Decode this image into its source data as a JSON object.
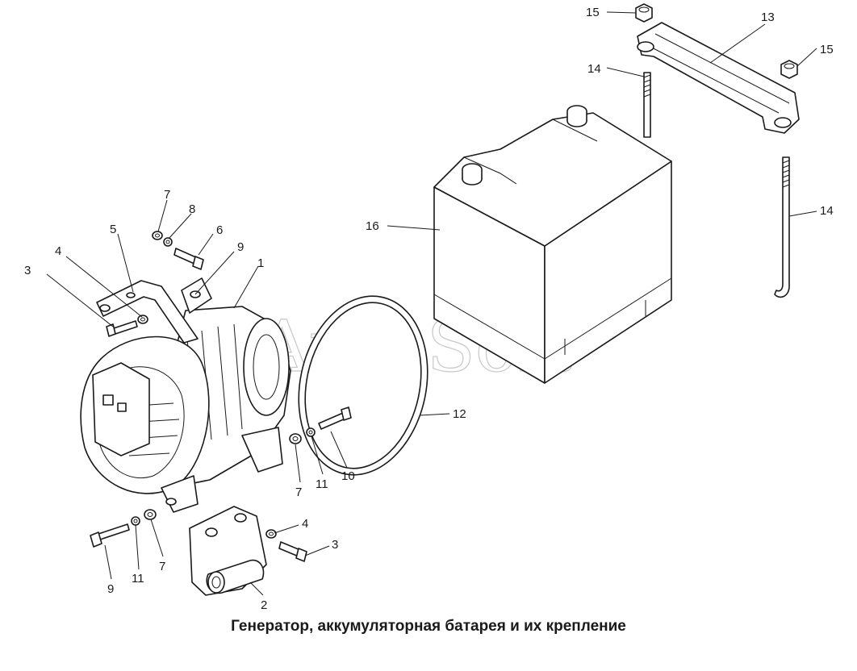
{
  "caption": "Генератор, аккумуляторная батарея и их крепление",
  "watermark": "AutoSoft",
  "callouts": {
    "c1": "1",
    "c2": "2",
    "c3a": "3",
    "c3b": "3",
    "c4a": "4",
    "c4b": "4",
    "c5": "5",
    "c6": "6",
    "c7a": "7",
    "c7b": "7",
    "c7c": "7",
    "c8": "8",
    "c9a": "9",
    "c9b": "9",
    "c10": "10",
    "c11a": "11",
    "c11b": "11",
    "c12": "12",
    "c13": "13",
    "c14a": "14",
    "c14b": "14",
    "c15a": "15",
    "c15b": "15",
    "c16": "16"
  },
  "colors": {
    "ink": "#1a1a1a",
    "watermark": "#9a9a9a",
    "background": "#ffffff"
  }
}
